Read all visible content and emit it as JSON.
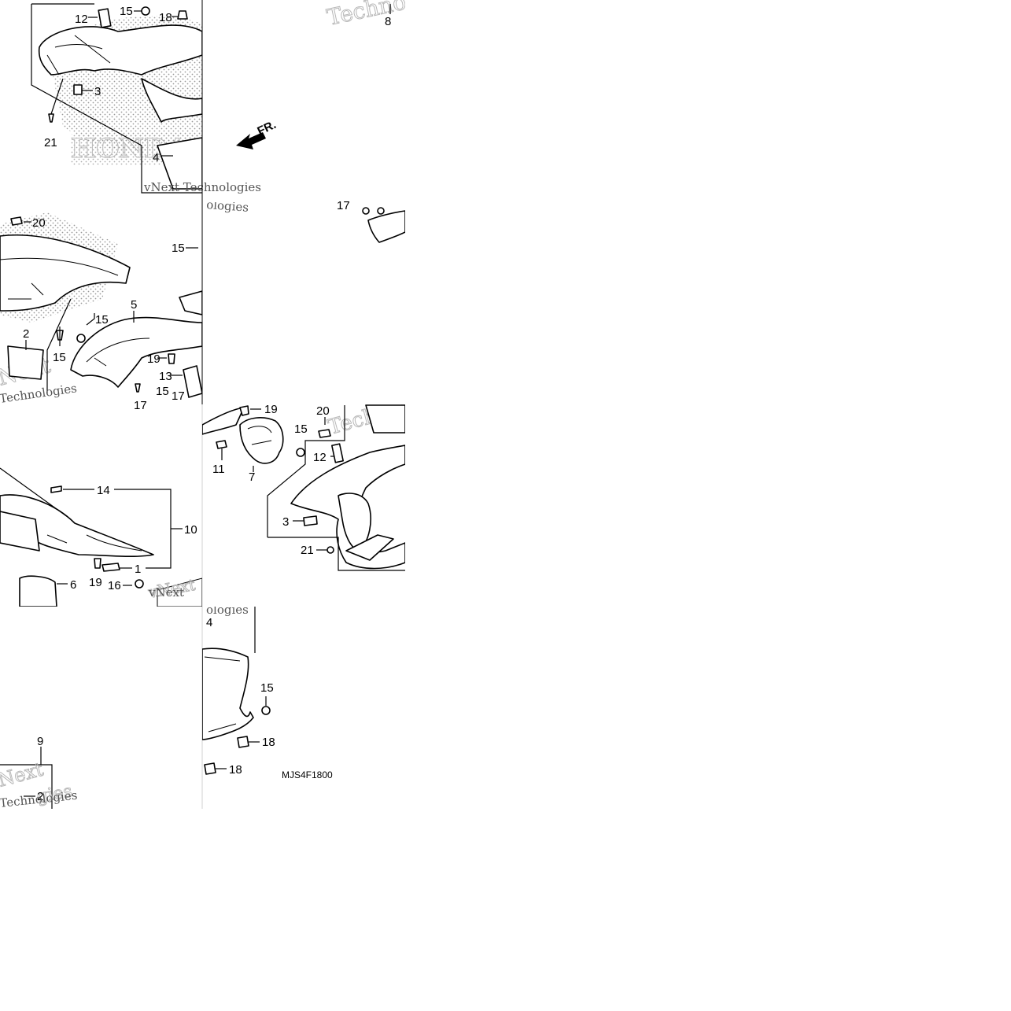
{
  "diagram": {
    "code": "MJS4F1800",
    "fr_label": "FR.",
    "watermarks": [
      "vNext Technologies",
      "Technologies",
      "vNext",
      "Techno",
      "Technolo"
    ],
    "labels": {
      "a12": "12",
      "a15": "15",
      "a18": "18",
      "a8": "8",
      "a3": "3",
      "a21": "21",
      "a4": "4",
      "b20": "20",
      "b15a": "15",
      "b5": "5",
      "b15b": "15",
      "b2": "2",
      "b15c": "15",
      "b19": "19",
      "b13": "13",
      "b15d": "15",
      "b17a": "17",
      "b17b": "17",
      "b17c": "17",
      "c14": "14",
      "c10": "10",
      "c1": "1",
      "c19": "19",
      "c16": "16",
      "c6": "6",
      "d19": "19",
      "d20": "20",
      "d15": "15",
      "d12": "12",
      "d11": "11",
      "d7": "7",
      "d3": "3",
      "d21": "21",
      "e4": "4",
      "e15": "15",
      "e18a": "18",
      "e18b": "18",
      "e9": "9",
      "e2": "2"
    }
  }
}
